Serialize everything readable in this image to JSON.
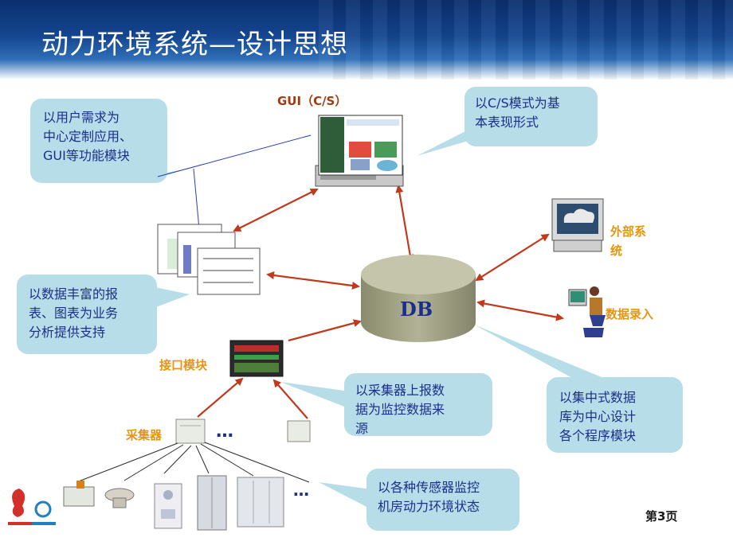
{
  "title": "动力环境系统—设计思想",
  "gui_label": "GUI（C/S）",
  "db_label": "DB",
  "external_label_line1": "外部系",
  "external_label_line2": "统",
  "data_entry_label": "数据录入",
  "interface_label": "接口模块",
  "collector_label": "采集器",
  "ellipsis_mid": "…",
  "ellipsis_bottom": "…",
  "callouts": {
    "user_needs": [
      "以用户需求为",
      "中心定制应用、",
      "GUI等功能模块"
    ],
    "cs_mode": [
      "以C/S模式为基",
      "本表现形式"
    ],
    "reports": [
      "以数据丰富的报",
      "表、图表为业务",
      "分析提供支持"
    ],
    "collector_source": [
      "以采集器上报数",
      "据为监控数据来",
      "源"
    ],
    "central_db": [
      "以集中式数据",
      "库为中心设计",
      "各个程序模块"
    ],
    "sensors": [
      "以各种传感器监控",
      "机房动力环境状态"
    ]
  },
  "page_number": "第3页",
  "colors": {
    "callout_fill": "#b7dde8",
    "arrow": "#c0391b",
    "db_fill": "#a5a58a",
    "label_orange": "#e6950f",
    "text_blue": "#1b2f8a"
  }
}
